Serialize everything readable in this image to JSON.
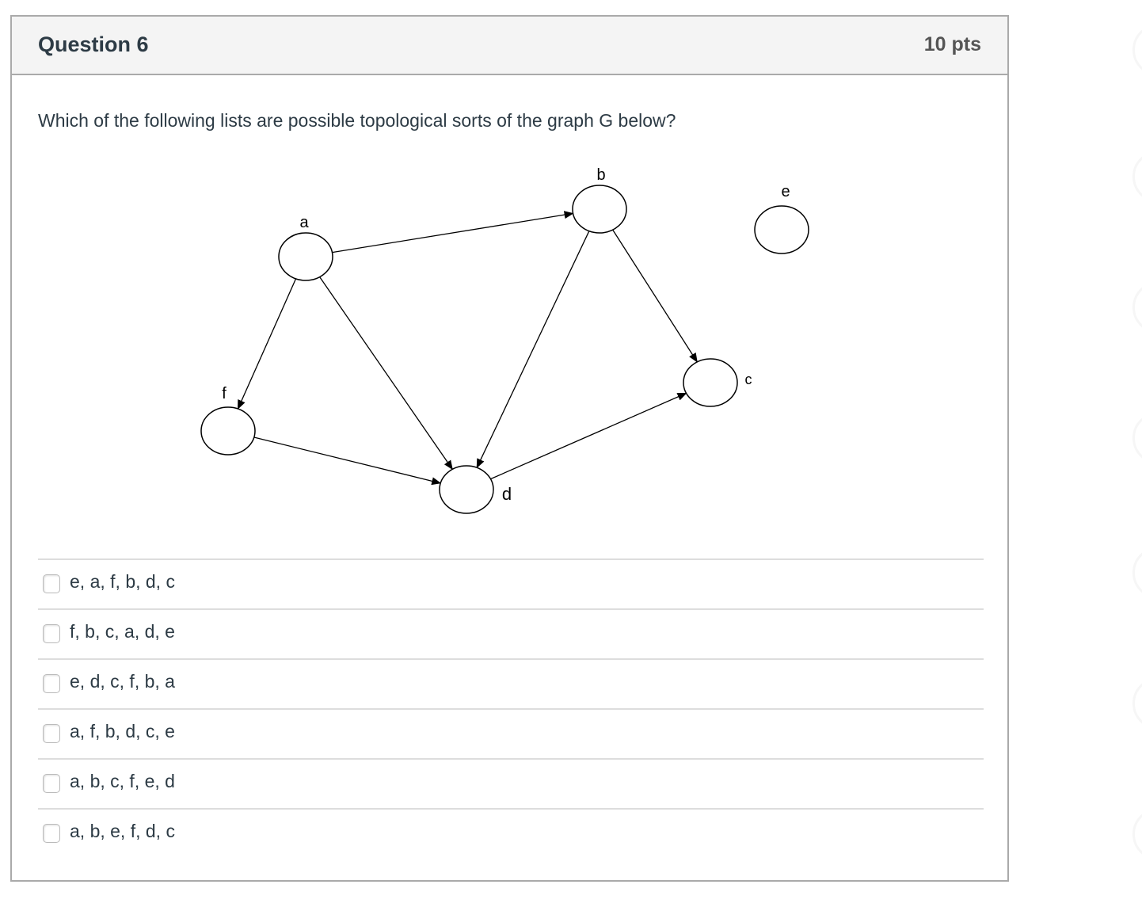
{
  "question": {
    "title": "Question 6",
    "points": "10 pts",
    "text": "Which of the following lists are possible topological sorts of the graph G below?"
  },
  "graph": {
    "nodes": [
      "a",
      "b",
      "c",
      "d",
      "e",
      "f"
    ],
    "edges": [
      [
        "a",
        "b"
      ],
      [
        "a",
        "f"
      ],
      [
        "a",
        "d"
      ],
      [
        "b",
        "d"
      ],
      [
        "b",
        "c"
      ],
      [
        "f",
        "d"
      ],
      [
        "d",
        "c"
      ]
    ]
  },
  "answers": [
    "e, a, f, b, d, c",
    "f, b, c, a, d, e",
    "e, d, c, f, b, a",
    "a, f, b, d, c, e",
    "a, b, c, f, e, d",
    "a, b, e, f, d, c"
  ]
}
